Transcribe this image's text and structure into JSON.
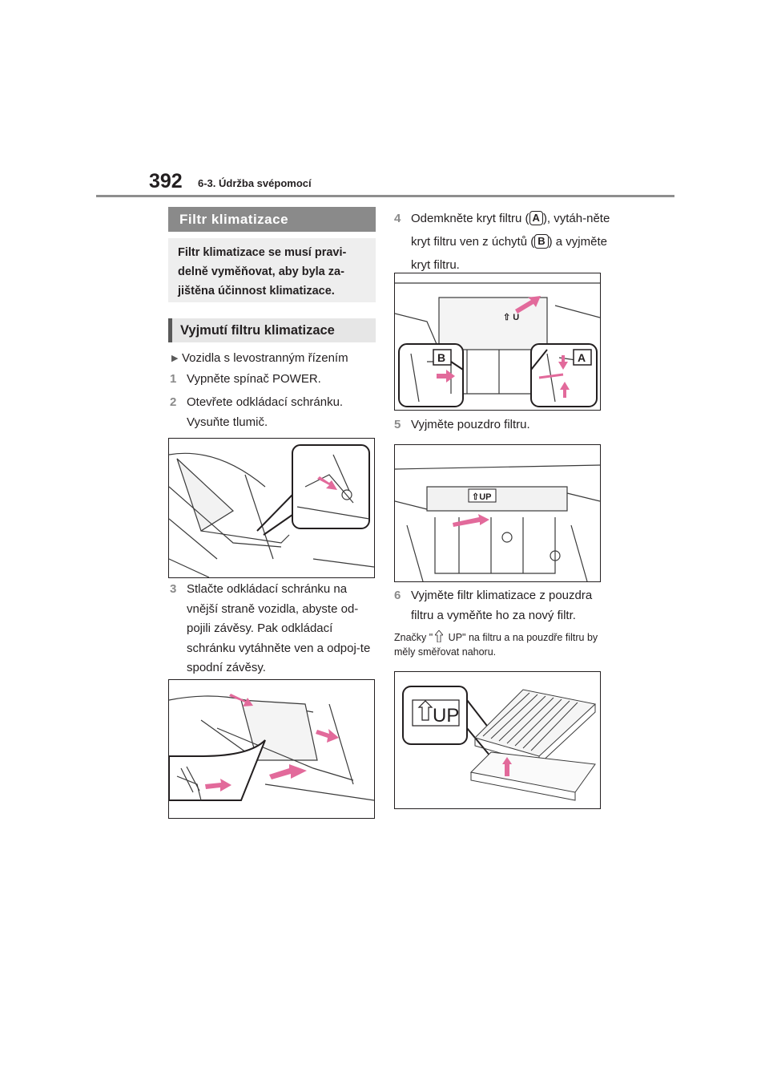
{
  "header": {
    "page_number": "392",
    "chapter": "6-3. Údržba svépomocí"
  },
  "section": {
    "title": "Filtr klimatizace",
    "intro": "Filtr klimatizace se musí pravi-delně vyměňovat, aby byla za-jištěna účinnost klimatizace."
  },
  "subsection": {
    "title": "Vyjmutí filtru klimatizace"
  },
  "condition": "Vozidla s levostranným řízením",
  "steps": [
    {
      "num": "1",
      "text": "Vypněte spínač POWER."
    },
    {
      "num": "2",
      "text": "Otevřete odkládací schránku. Vysuňte tlumič."
    },
    {
      "num": "3",
      "text": "Stlačte odkládací schránku na vnější straně vozidla, abyste od-pojili závěsy. Pak odkládací schránku vytáhněte ven a odpoj-te spodní závěsy."
    },
    {
      "num": "4",
      "text_a": "Odemkněte kryt filtru (",
      "label_a": "A",
      "text_b": "), vytáh-něte kryt filtru ven z úchytů (",
      "label_b": "B",
      "text_c": ") a vyjměte kryt filtru."
    },
    {
      "num": "5",
      "text": "Vyjměte pouzdro filtru."
    },
    {
      "num": "6",
      "text": "Vyjměte filtr klimatizace z pouzdra filtru a vyměňte ho za nový filtr."
    }
  ],
  "note": {
    "before": "Značky \"",
    "after": " UP\" na filtru a na pouzdře filtru by měly směřovat nahoru."
  },
  "figures": {
    "fig4_callout_a": "A",
    "fig4_callout_b": "B",
    "fig4_up_text": "⇧ U",
    "fig5_up_text": "⇧UP",
    "fig6_up_text": "UP"
  },
  "colors": {
    "accent_gray": "#8a8a8a",
    "arrow_pink": "#e26a9b",
    "text": "#231f20"
  }
}
